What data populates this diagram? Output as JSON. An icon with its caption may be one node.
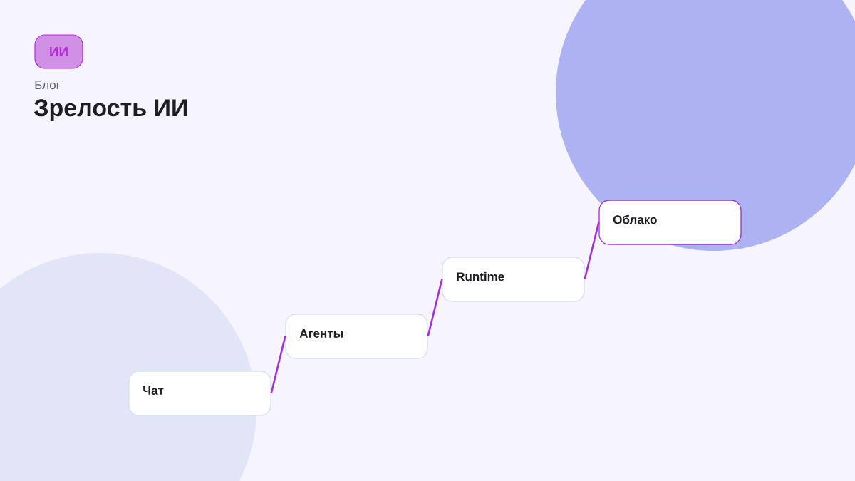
{
  "diagram": {
    "title": "Зрелость ИИ",
    "nodes": [
      {
        "text": [
          "ИИ"
        ]
      },
      {
        "text": [
          "Чат"
        ]
      },
      {
        "text": [
          "Агенты"
        ]
      },
      {
        "text": [
          "Runtime"
        ]
      },
      {
        "text": [
          "Облако"
        ]
      }
    ],
    "edges": [
      {
        "from": 1,
        "to": 2,
        "arrow": "none"
      },
      {
        "from": 2,
        "to": 3,
        "arrow": "none"
      },
      {
        "from": 3,
        "to": 4,
        "arrow": "none"
      }
    ],
    "labels": [
      "Блог"
    ]
  }
}
